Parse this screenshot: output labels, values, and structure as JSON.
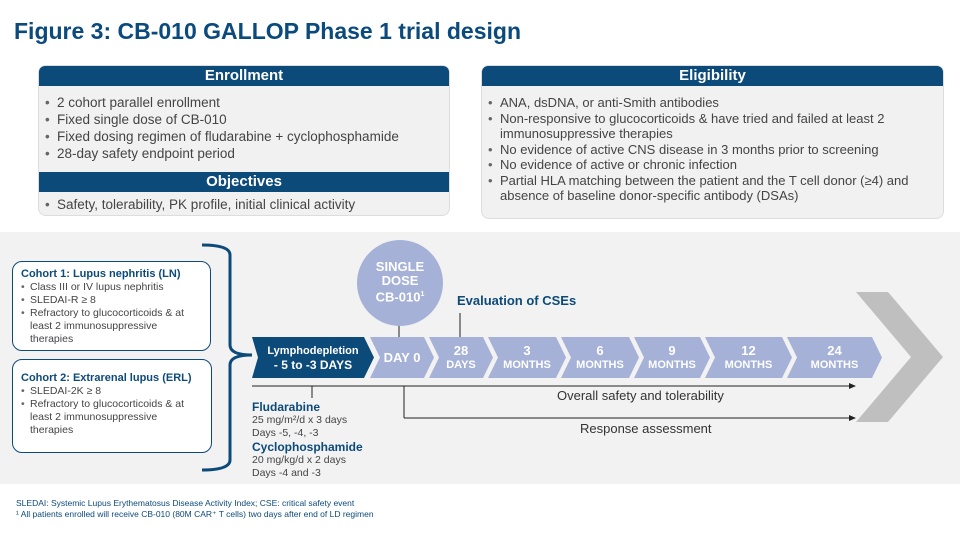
{
  "title": "Figure 3: CB-010 GALLOP Phase 1 trial design",
  "enrollment": {
    "header": "Enrollment",
    "items": [
      "2 cohort parallel enrollment",
      "Fixed single dose of CB-010",
      "Fixed dosing regimen of fludarabine + cyclophosphamide",
      "28-day safety endpoint period"
    ]
  },
  "objectives": {
    "header": "Objectives",
    "items": [
      "Safety, tolerability, PK profile, initial clinical activity"
    ]
  },
  "eligibility": {
    "header": "Eligibility",
    "items": [
      "ANA, dsDNA, or anti-Smith antibodies",
      "Non-responsive to glucocorticoids & have tried and failed at least 2 immunosuppressive therapies",
      "No evidence of active CNS disease in 3 months prior to screening",
      "No evidence of active or chronic infection",
      "Partial HLA matching between the patient and the T cell donor (≥4) and absence of baseline donor-specific antibody (DSAs)"
    ]
  },
  "cohort1": {
    "title": "Cohort 1: Lupus nephritis (LN)",
    "items": [
      "Class III or IV lupus nephritis",
      "SLEDAI-R ≥ 8",
      "Refractory to glucocorticoids & at least 2 immunosuppressive therapies"
    ]
  },
  "cohort2": {
    "title": "Cohort 2: Extrarenal lupus (ERL)",
    "items": [
      "SLEDAI-2K ≥ 8",
      "Refractory to glucocorticoids & at least 2 immunosuppressive therapies"
    ]
  },
  "dose": {
    "l1": "SINGLE",
    "l2": "DOSE",
    "l3": "CB-010",
    "sup": "1"
  },
  "cse_label": "Evaluation of CSEs",
  "timeline": {
    "ld": {
      "l1": "Lymphodepletion",
      "l2": "- 5 to -3 DAYS"
    },
    "steps": [
      {
        "n": "",
        "u": "DAY 0"
      },
      {
        "n": "28",
        "u": "DAYS"
      },
      {
        "n": "3",
        "u": "MONTHS"
      },
      {
        "n": "6",
        "u": "MONTHS"
      },
      {
        "n": "9",
        "u": "MONTHS"
      },
      {
        "n": "12",
        "u": "MONTHS"
      },
      {
        "n": "24",
        "u": "MONTHS"
      }
    ]
  },
  "safety_label": "Overall safety and tolerability",
  "response_label": "Response assessment",
  "fludarabine": {
    "name": "Fludarabine",
    "dose": "25 mg/m²/d x 3 days",
    "days": "Days -5, -4, -3"
  },
  "cyclophosphamide": {
    "name": "Cyclophosphamide",
    "dose": "20 mg/kg/d x 2 days",
    "days": "Days -4 and -3"
  },
  "footnotes": [
    "SLEDAI: Systemic Lupus Erythematosus Disease Activity Index; CSE: critical safety event",
    "¹ All patients enrolled will receive CB-010 (80M CAR⁺ T cells) two days after end of LD regimen"
  ],
  "colors": {
    "navy": "#0c4a7a",
    "chevron": "#a5b1d6",
    "gray_arrow": "#bfbfbf"
  }
}
